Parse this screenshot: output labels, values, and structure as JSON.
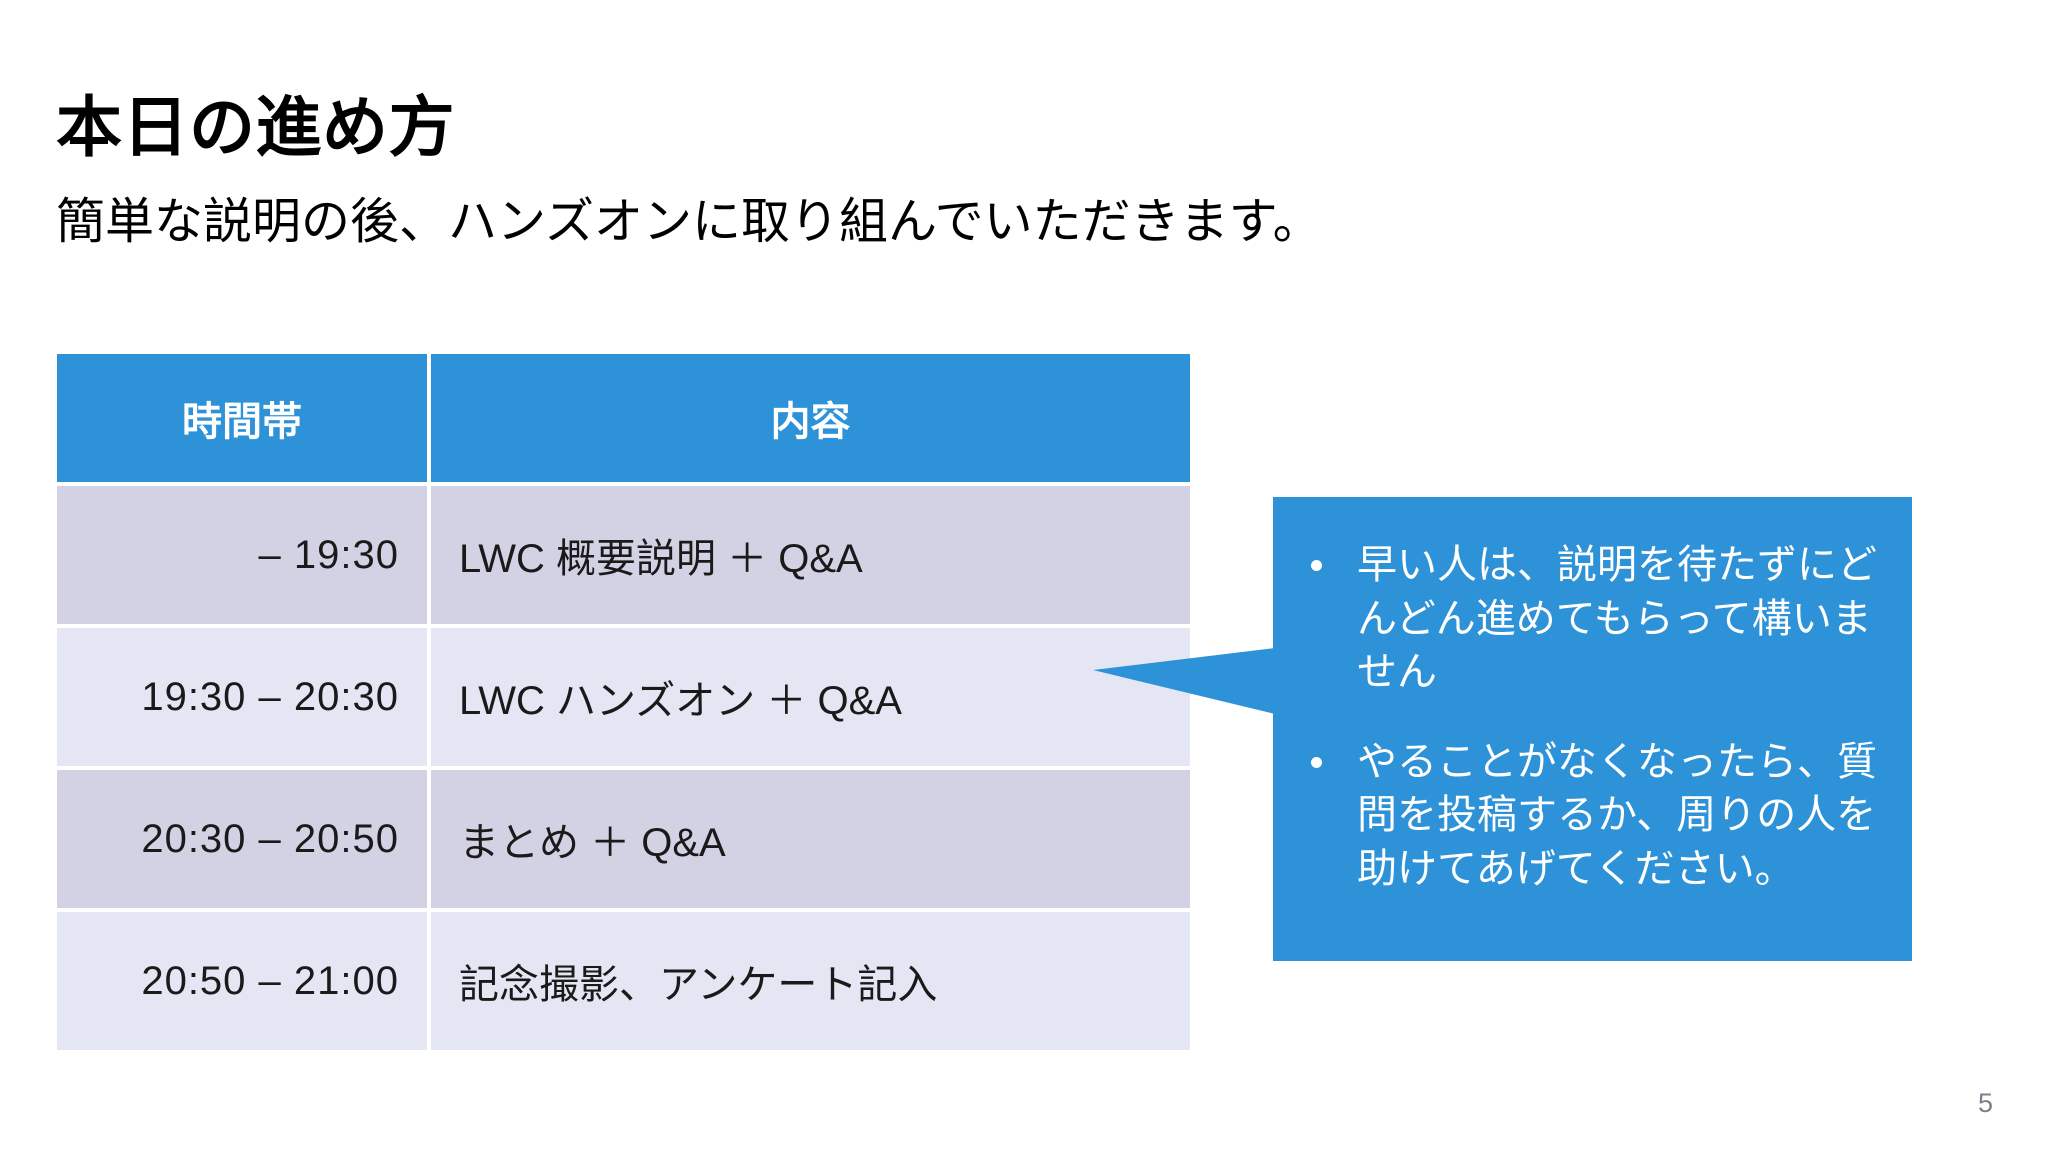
{
  "slide": {
    "title": "本日の進め方",
    "subtitle": "簡単な説明の後、ハンズオンに取り組んでいただきます。",
    "page_number": "5",
    "accent_color": "#2E92D8",
    "row_color_odd": "#D2D2E4",
    "row_color_even": "#E5E6F3"
  },
  "agenda_table": {
    "headers": {
      "time": "時間帯",
      "content": "内容"
    },
    "rows": [
      {
        "time": "–  19:30",
        "content": "LWC 概要説明 ＋ Q&A"
      },
      {
        "time": "19:30 – 20:30",
        "content": "LWC ハンズオン ＋ Q&A"
      },
      {
        "time": "20:30 – 20:50",
        "content": "まとめ ＋ Q&A"
      },
      {
        "time": "20:50 – 21:00",
        "content": "記念撮影、アンケート記入"
      }
    ]
  },
  "callout": {
    "bullets": [
      "早い人は、説明を待たずにどんどん進めてもらって構いません",
      "やることがなくなったら、質問を投稿するか、周りの人を助けてあげてください。"
    ]
  }
}
